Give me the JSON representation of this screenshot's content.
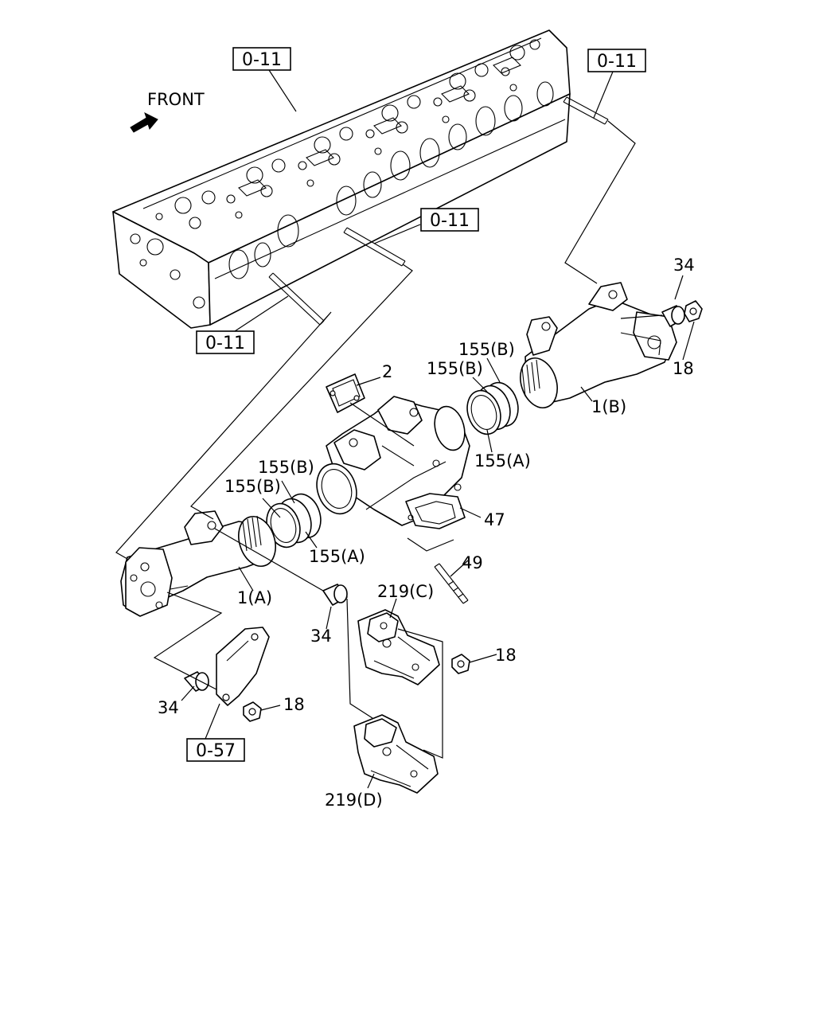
{
  "front_label": "FRONT",
  "ref_boxes": [
    "0-11",
    "0-11",
    "0-11",
    "0-11",
    "0-57"
  ],
  "callouts": {
    "c34_a": "34",
    "c18_a": "18",
    "c2": "2",
    "c155b_1": "155(B)",
    "c155b_2": "155(B)",
    "c1b": "1(B)",
    "c155a_1": "155(A)",
    "c155b_3": "155(B)",
    "c155b_4": "155(B)",
    "c47": "47",
    "c155a_2": "155(A)",
    "c49": "49",
    "c1a": "1(A)",
    "c219c": "219(C)",
    "c34_b": "34",
    "c18_b": "18",
    "c34_c": "34",
    "c18_c": "18",
    "c219d": "219(D)"
  }
}
